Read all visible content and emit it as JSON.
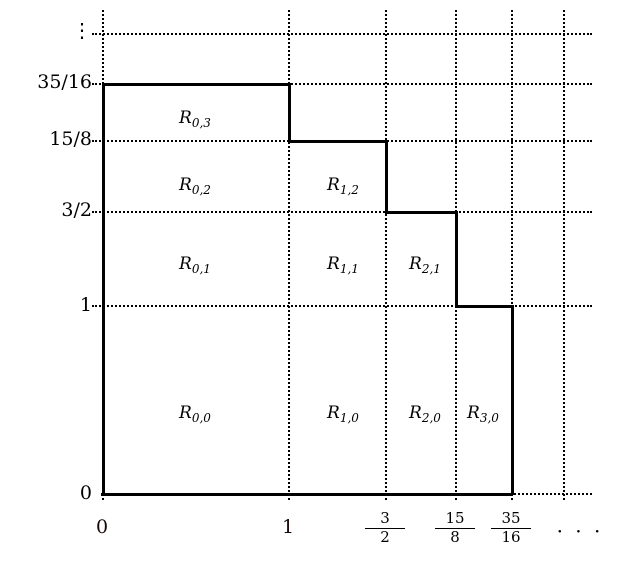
{
  "figure": {
    "kind": "staircase-region-grid",
    "background_color": "#ffffff",
    "line_color": "#000000",
    "axis_label_color": "#1a0505"
  },
  "chart_data": {
    "type": "diagram",
    "title": "",
    "xlabel": "",
    "ylabel": "",
    "xlim": [
      0,
      2.4
    ],
    "ylim": [
      0,
      2.45
    ],
    "grid": true,
    "legend": null,
    "x_ticks": [
      {
        "label": "0",
        "value": 0,
        "style": "plain"
      },
      {
        "label": "1",
        "value": 1,
        "style": "plain"
      },
      {
        "numerator": "3",
        "denominator": "2",
        "value": 1.5,
        "style": "fraction"
      },
      {
        "numerator": "15",
        "denominator": "8",
        "value": 1.875,
        "style": "fraction"
      },
      {
        "numerator": "35",
        "denominator": "16",
        "value": 2.1875,
        "style": "fraction"
      }
    ],
    "x_ellipsis": "· · ·",
    "y_ticks": [
      {
        "label": "0",
        "value": 0
      },
      {
        "label": "1",
        "value": 1
      },
      {
        "label": "3/2",
        "value": 1.5
      },
      {
        "label": "15/8",
        "value": 1.875
      },
      {
        "label": "35/16",
        "value": 2.1875
      }
    ],
    "y_ellipsis": "⋮",
    "staircase_vertices": [
      [
        0,
        2.1875
      ],
      [
        1,
        2.1875
      ],
      [
        1,
        1.875
      ],
      [
        1.5,
        1.875
      ],
      [
        1.5,
        1.5
      ],
      [
        1.875,
        1.5
      ],
      [
        1.875,
        1
      ],
      [
        2.1875,
        1
      ],
      [
        2.1875,
        0
      ]
    ],
    "regions": [
      {
        "id": "R_0_0",
        "base": "R",
        "sub": "0,0",
        "x": 1.0,
        "y": 0.5
      },
      {
        "id": "R_1_0",
        "base": "R",
        "sub": "1,0",
        "x": 1.25,
        "y": 0.5
      },
      {
        "id": "R_2_0",
        "base": "R",
        "sub": "2,0",
        "x": 1.69,
        "y": 0.5
      },
      {
        "id": "R_3_0",
        "base": "R",
        "sub": "3,0",
        "x": 2.03,
        "y": 0.5
      },
      {
        "id": "R_0_1",
        "base": "R",
        "sub": "0,1",
        "x": 0.5,
        "y": 1.25
      },
      {
        "id": "R_1_1",
        "base": "R",
        "sub": "1,1",
        "x": 1.25,
        "y": 1.25
      },
      {
        "id": "R_2_1",
        "base": "R",
        "sub": "2,1",
        "x": 1.69,
        "y": 1.25
      },
      {
        "id": "R_0_2",
        "base": "R",
        "sub": "0,2",
        "x": 0.5,
        "y": 1.69
      },
      {
        "id": "R_1_2",
        "base": "R",
        "sub": "1,2",
        "x": 1.25,
        "y": 1.69
      },
      {
        "id": "R_0_3",
        "base": "R",
        "sub": "0,3",
        "x": 0.5,
        "y": 2.03
      }
    ]
  },
  "y_axis": {
    "t0": "0",
    "t1": "1",
    "t2": "3/2",
    "t3": "15/8",
    "t4": "35/16",
    "ellipsis": "⋮"
  },
  "x_axis": {
    "t0": "0",
    "t1": "1",
    "t2_num": "3",
    "t2_den": "2",
    "t3_num": "15",
    "t3_den": "8",
    "t4_num": "35",
    "t4_den": "16",
    "ellipsis": "· · ·"
  },
  "regions": {
    "r00": {
      "base": "R",
      "sub": "0,0"
    },
    "r10": {
      "base": "R",
      "sub": "1,0"
    },
    "r20": {
      "base": "R",
      "sub": "2,0"
    },
    "r30": {
      "base": "R",
      "sub": "3,0"
    },
    "r01": {
      "base": "R",
      "sub": "0,1"
    },
    "r11": {
      "base": "R",
      "sub": "1,1"
    },
    "r21": {
      "base": "R",
      "sub": "2,1"
    },
    "r02": {
      "base": "R",
      "sub": "0,2"
    },
    "r12": {
      "base": "R",
      "sub": "1,2"
    },
    "r03": {
      "base": "R",
      "sub": "0,3"
    }
  }
}
